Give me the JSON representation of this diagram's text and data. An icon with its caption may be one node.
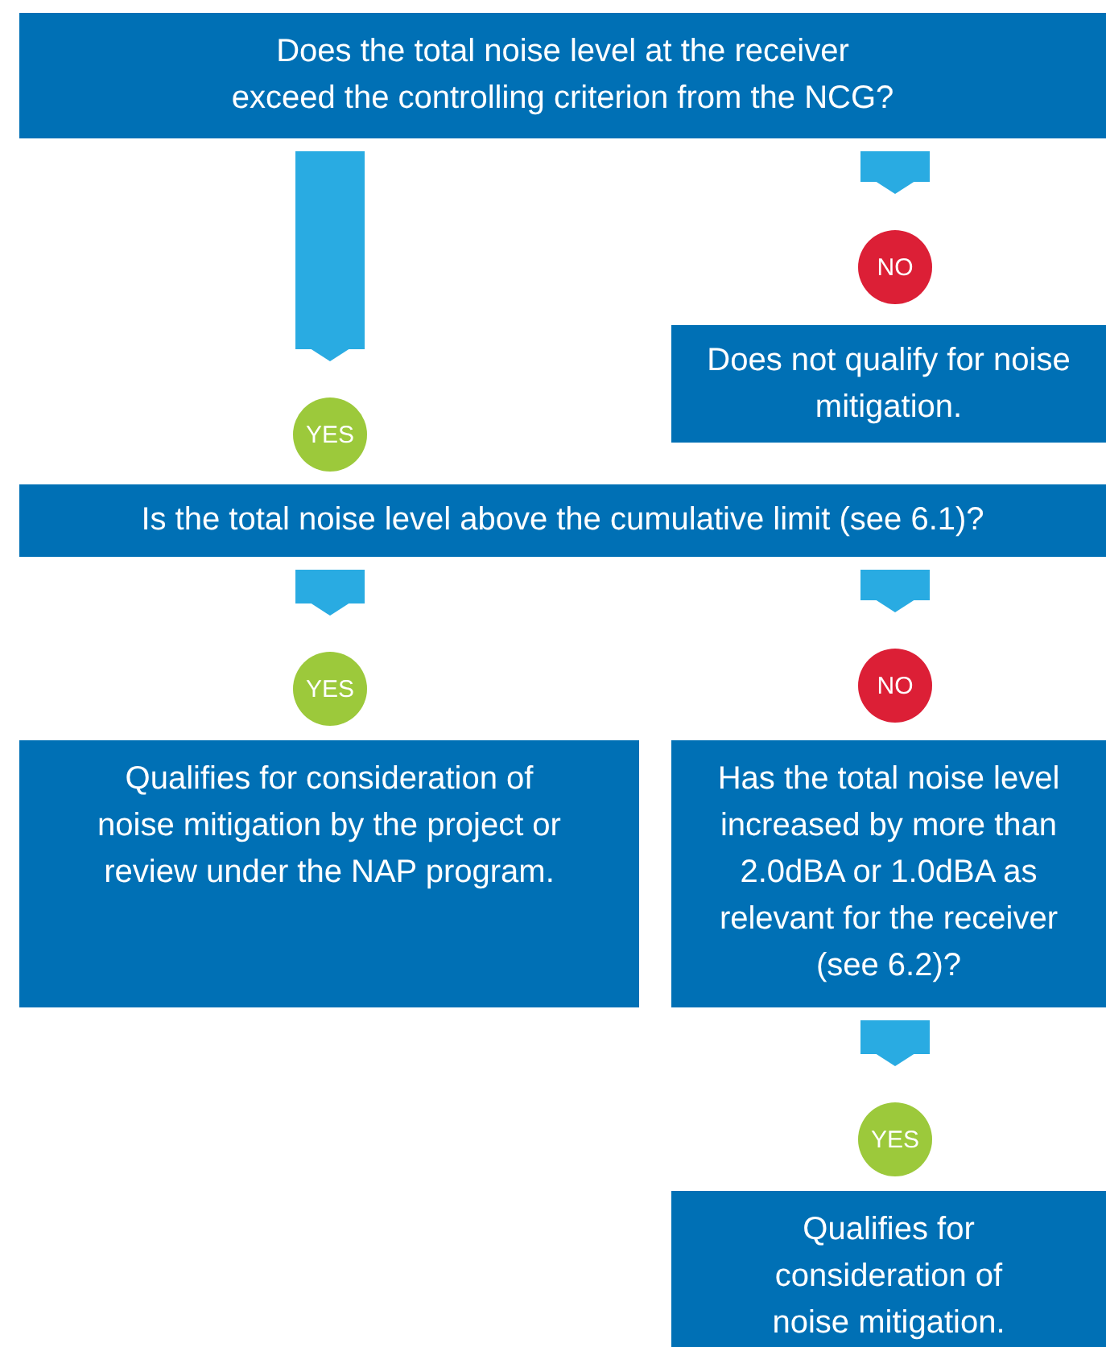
{
  "diagram": {
    "nodes": [
      {
        "text": [
          "Does the total noise level at the receiver exceed the controlling criterion from the NCG?"
        ]
      },
      {
        "text": [
          "NO"
        ]
      },
      {
        "text": [
          "Does not qualify for noise mitigation."
        ]
      },
      {
        "text": [
          "YES"
        ]
      },
      {
        "text": [
          "Is the total noise level above the cumulative limit (see 6.1)?"
        ]
      },
      {
        "text": [
          "YES"
        ]
      },
      {
        "text": [
          "NO"
        ]
      },
      {
        "text": [
          "Qualifies for consideration of noise mitigation by the project or review under the NAP program."
        ]
      },
      {
        "text": [
          "Has the total noise level increased by more than 2.0dBA or 1.0dBA as relevant for the receiver (see 6.2)?"
        ]
      },
      {
        "text": [
          "YES"
        ]
      },
      {
        "text": [
          "Qualifies for consideration of noise mitigation."
        ]
      }
    ],
    "edges": [
      {
        "from": 0,
        "to": 3,
        "arrow": "to"
      },
      {
        "from": 0,
        "to": 1,
        "arrow": "to"
      },
      {
        "from": 4,
        "to": 5,
        "arrow": "to"
      },
      {
        "from": 4,
        "to": 6,
        "arrow": "to"
      },
      {
        "from": 8,
        "to": 9,
        "arrow": "to"
      }
    ]
  }
}
